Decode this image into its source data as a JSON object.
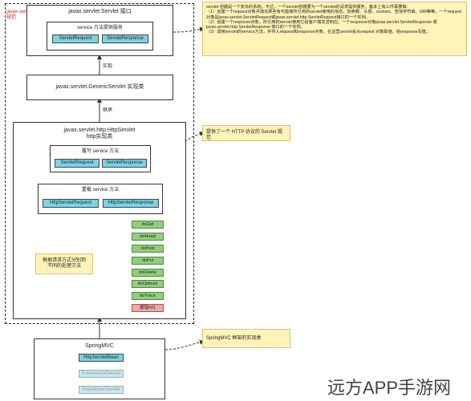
{
  "servlet_label": "javax.servlet\n规范",
  "servlet_interface": {
    "title": "javax.servlet.Servlet 接口",
    "subtitle": "service 方法提供服务",
    "req": "ServletRequest",
    "res": "ServletResponse"
  },
  "impl_label": "实现",
  "generic": "javax.servlet.GenericServlet 实现类",
  "extends_label": "继承",
  "http": {
    "title": "javax.servlet.http.HttpServlet\nhttp实现类",
    "override_title": "覆写 service 方法",
    "req": "ServletRequest",
    "res": "ServletResponse",
    "overload_title": "重载 service 方法",
    "hreq": "HttpServletRequest",
    "hres": "HttpServletResponse"
  },
  "methods": [
    "doGet",
    "doHead",
    "doPost",
    "doPut",
    "doDelete",
    "doOptions",
    "doTrace",
    "报错501"
  ],
  "dispatch_note": "根据请求方式分别到\n不同的处理方法",
  "servlet_note": "servlet 容器是一个复杂的系统。不过，一个servlet容器要为一个servlet的请求提供服务，基本上有三件事要做:\n（1）创建一个request对象并填充那些有可能被所引用的servlet使用的信息，如参数、头部、cookies、查询字符串、URI等等。一个request对象是javax.servlet.ServletRequest或javax.servlet.http.ServletRequest接口的一个实例。\n（2）创建一个response对象，所引用的servlet使用它给客户端发送响应。一个response对象javax.servlet.ServletResponse 或 javax.servlet.http.ServletResponse 接口的一个实例。\n（3）调用servlet的service方法，并传入request和response对象。在这里servlet会从request 对象取值，给response写值。",
  "http_note": "提供了一个 HTTP 协议的 Servlet 规范",
  "springmvc": {
    "title": "SpringMVC",
    "items": [
      "HttpServletBean",
      "FrameworkServlet",
      "DispatcherServlet"
    ]
  },
  "springmvc_note": "SpringMVC 框架的实现类",
  "watermark": "远方APP手游网",
  "colors": {
    "chip": "#7dd3e4",
    "method": "#8fd07a",
    "error": "#f4a6a6",
    "note": "#fff3b8"
  }
}
